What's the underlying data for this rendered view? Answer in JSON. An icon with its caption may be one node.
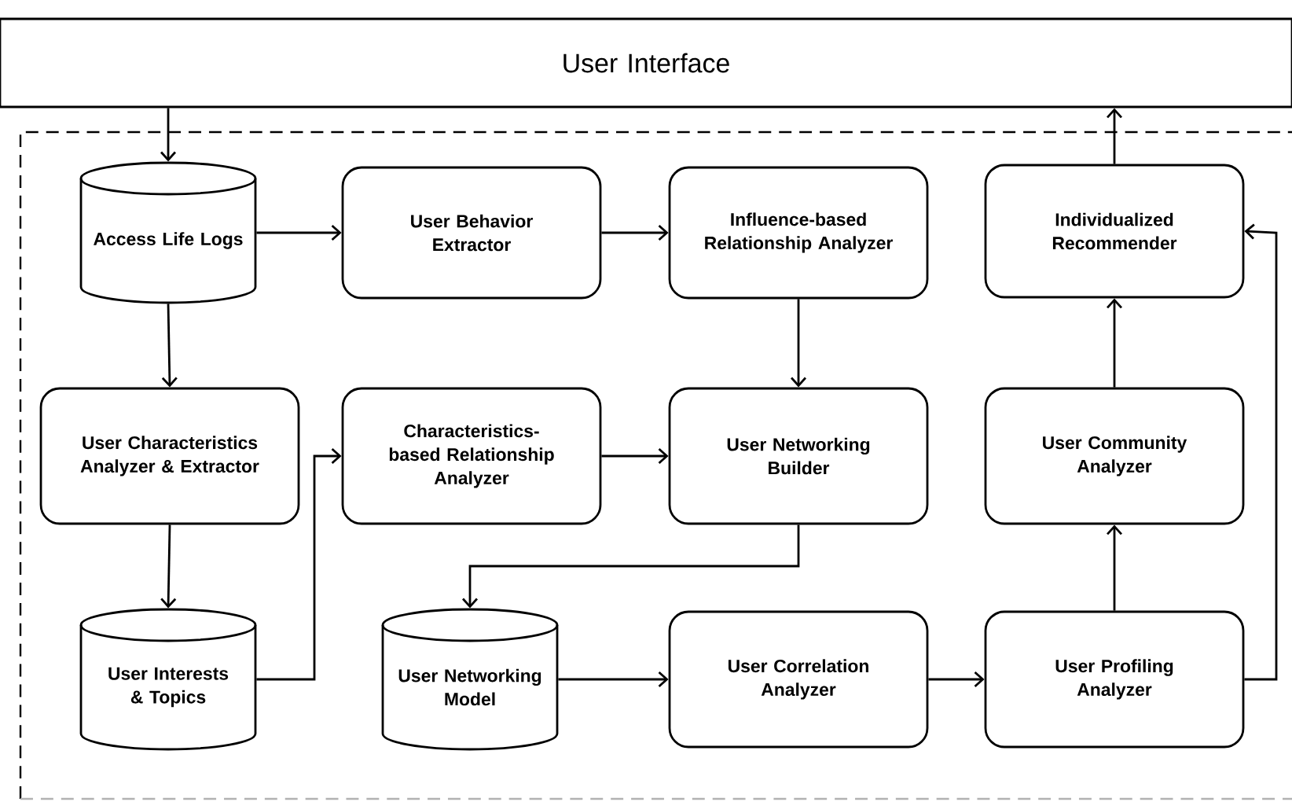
{
  "diagram": {
    "nodes": [
      {
        "text": [
          "User Interface"
        ]
      },
      {
        "text": [
          "Access Life Logs"
        ]
      },
      {
        "text": [
          "User Behavior Extractor"
        ]
      },
      {
        "text": [
          "Influence-based Relationship Analyzer"
        ]
      },
      {
        "text": [
          "Individualized Recommender"
        ]
      },
      {
        "text": [
          "User Characteristics Analyzer & Extractor"
        ]
      },
      {
        "text": [
          "Characteristics-based Relationship Analyzer"
        ]
      },
      {
        "text": [
          "User Networking Builder"
        ]
      },
      {
        "text": [
          "User Community Analyzer"
        ]
      },
      {
        "text": [
          "User Interests & Topics"
        ]
      },
      {
        "text": [
          "User Networking Model"
        ]
      },
      {
        "text": [
          "User Correlation Analyzer"
        ]
      },
      {
        "text": [
          "User Profiling Analyzer"
        ]
      }
    ],
    "edges": [
      {
        "from": 0,
        "to": 1,
        "arrow": "to"
      },
      {
        "from": 1,
        "to": 2,
        "arrow": "to"
      },
      {
        "from": 2,
        "to": 3,
        "arrow": "to"
      },
      {
        "from": 1,
        "to": 5,
        "arrow": "to"
      },
      {
        "from": 3,
        "to": 7,
        "arrow": "to"
      },
      {
        "from": 5,
        "to": 9,
        "arrow": "to"
      },
      {
        "from": 9,
        "to": 6,
        "arrow": "to"
      },
      {
        "from": 6,
        "to": 7,
        "arrow": "to"
      },
      {
        "from": 7,
        "to": 10,
        "arrow": "to"
      },
      {
        "from": 10,
        "to": 11,
        "arrow": "to"
      },
      {
        "from": 11,
        "to": 12,
        "arrow": "to"
      },
      {
        "from": 12,
        "to": 8,
        "arrow": "to"
      },
      {
        "from": 8,
        "to": 4,
        "arrow": "to"
      },
      {
        "from": 12,
        "to": 4,
        "arrow": "to"
      },
      {
        "from": 4,
        "to": 0,
        "arrow": "to"
      }
    ]
  }
}
